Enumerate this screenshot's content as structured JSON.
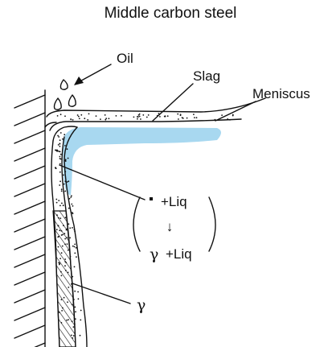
{
  "title": "Middle carbon steel",
  "labels": {
    "oil": "Oil",
    "slag": "Slag",
    "meniscus": "Meniscus",
    "delta_liq": "+Liq",
    "gamma_liq": "+Liq",
    "gamma_symbol": "γ",
    "gamma_label": "γ",
    "arrow": "↓"
  },
  "colors": {
    "liquid_film": "#a8d8f0",
    "ink": "#111111"
  }
}
